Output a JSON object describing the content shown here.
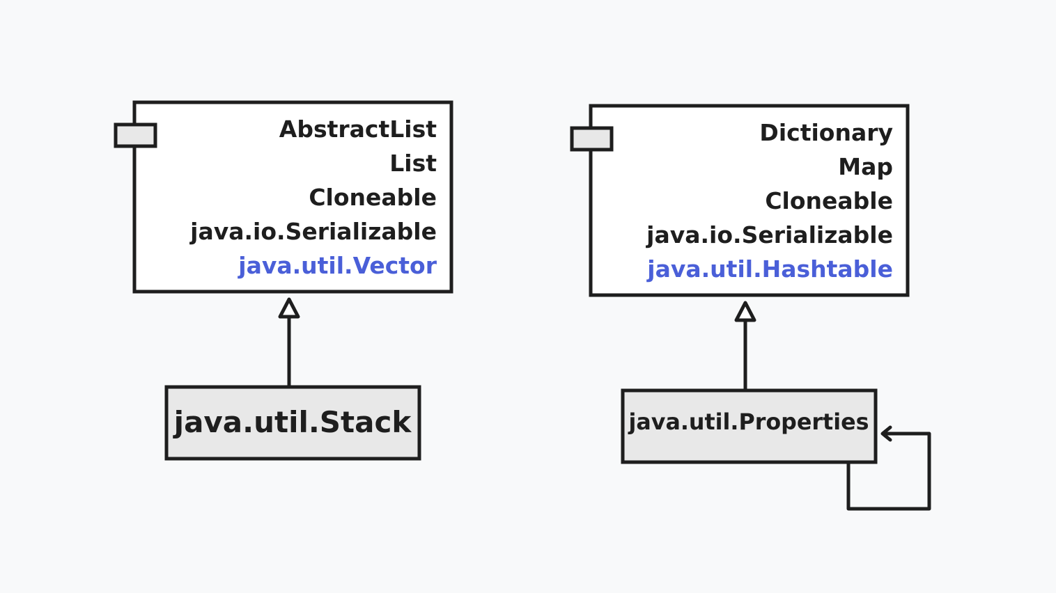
{
  "colors": {
    "background": "#f8f9fa",
    "stroke": "#1e1e1e",
    "highlight": "#4a5fd8",
    "child_fill": "#e8e8e8"
  },
  "left": {
    "parent": {
      "lines": [
        "AbstractList",
        "List",
        "Cloneable",
        "java.io.Serializable"
      ],
      "highlight": "java.util.Vector"
    },
    "child": {
      "label": "java.util.Stack"
    }
  },
  "right": {
    "parent": {
      "lines": [
        "Dictionary",
        "Map",
        "Cloneable",
        "java.io.Serializable"
      ],
      "highlight": "java.util.Hashtable"
    },
    "child": {
      "label": "java.util.Properties"
    }
  }
}
